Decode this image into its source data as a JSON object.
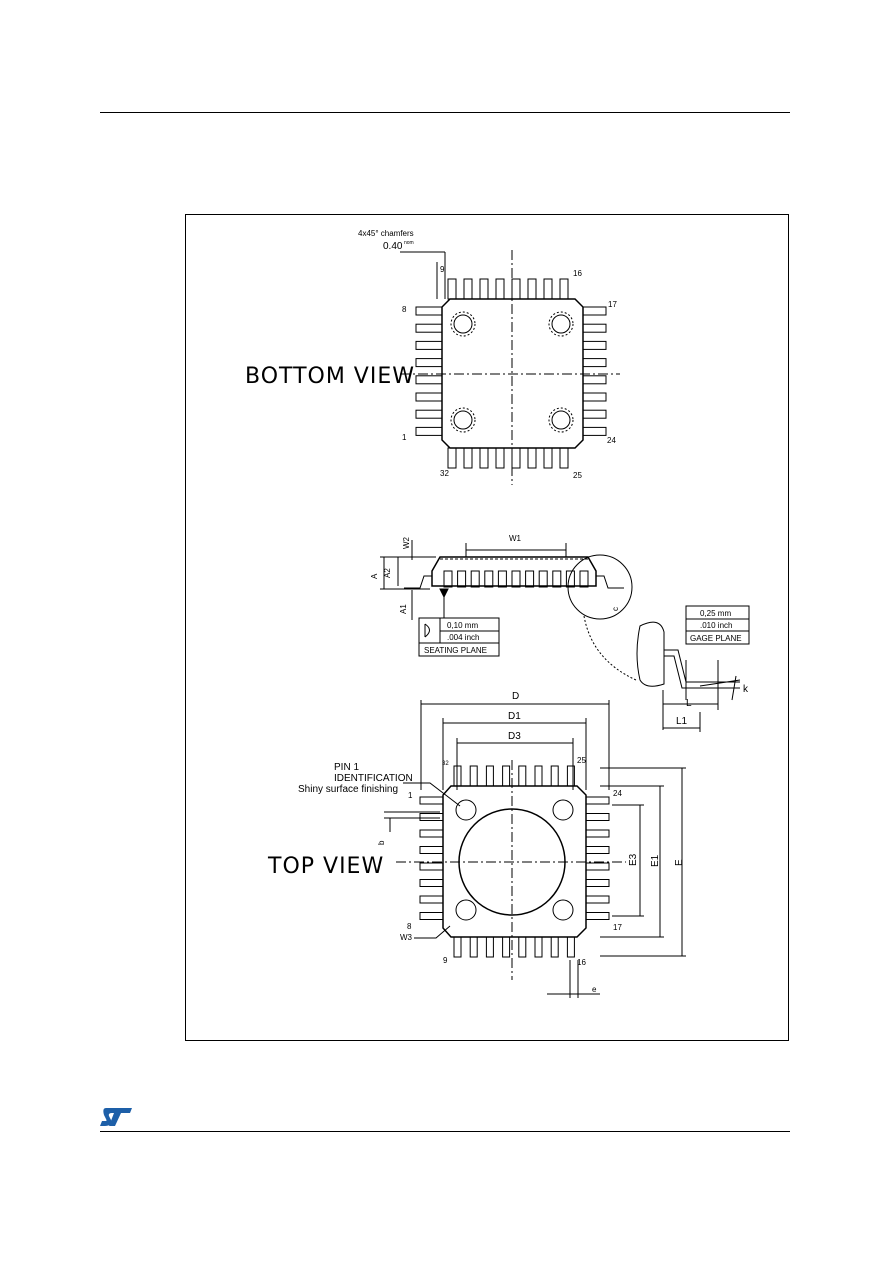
{
  "page": {
    "logo_text": "ST"
  },
  "bottom_view": {
    "title": "BOTTOM VIEW",
    "chamfer_label": "4x45° chamfers",
    "chamfer_value": "0.40",
    "chamfer_sup": "nom",
    "pin_numbers": {
      "p1": "1",
      "p8": "8",
      "p9": "9",
      "p16": "16",
      "p17": "17",
      "p24": "24",
      "p25": "25",
      "p32": "32"
    }
  },
  "side_view": {
    "dims": {
      "w1": "W1",
      "w2": "W2",
      "a": "A",
      "a2": "A2",
      "a1": "A1",
      "c": "c",
      "l": "L",
      "l1": "L1",
      "k": "k"
    },
    "flatness_box": {
      "value_mm": "0,10 mm",
      "value_inch": ".004 inch",
      "caption": "SEATING PLANE"
    },
    "gage_box": {
      "value_mm": "0,25 mm",
      "value_inch": ".010 inch",
      "caption": "GAGE PLANE"
    }
  },
  "top_view": {
    "title": "TOP VIEW",
    "pin1_line1": "PIN 1",
    "pin1_line2": "IDENTIFICATION",
    "pin1_line3": "Shiny surface finishing",
    "dims": {
      "d": "D",
      "d1": "D1",
      "d3": "D3",
      "e": "E",
      "e1": "E1",
      "e3": "E3",
      "b": "b",
      "e_pitch": "e",
      "w3": "W3"
    },
    "pin_numbers": {
      "p1": "1",
      "p8": "8",
      "p9": "9",
      "p16": "16",
      "p17": "17",
      "p24": "24",
      "p25": "25",
      "p32": "32"
    }
  }
}
